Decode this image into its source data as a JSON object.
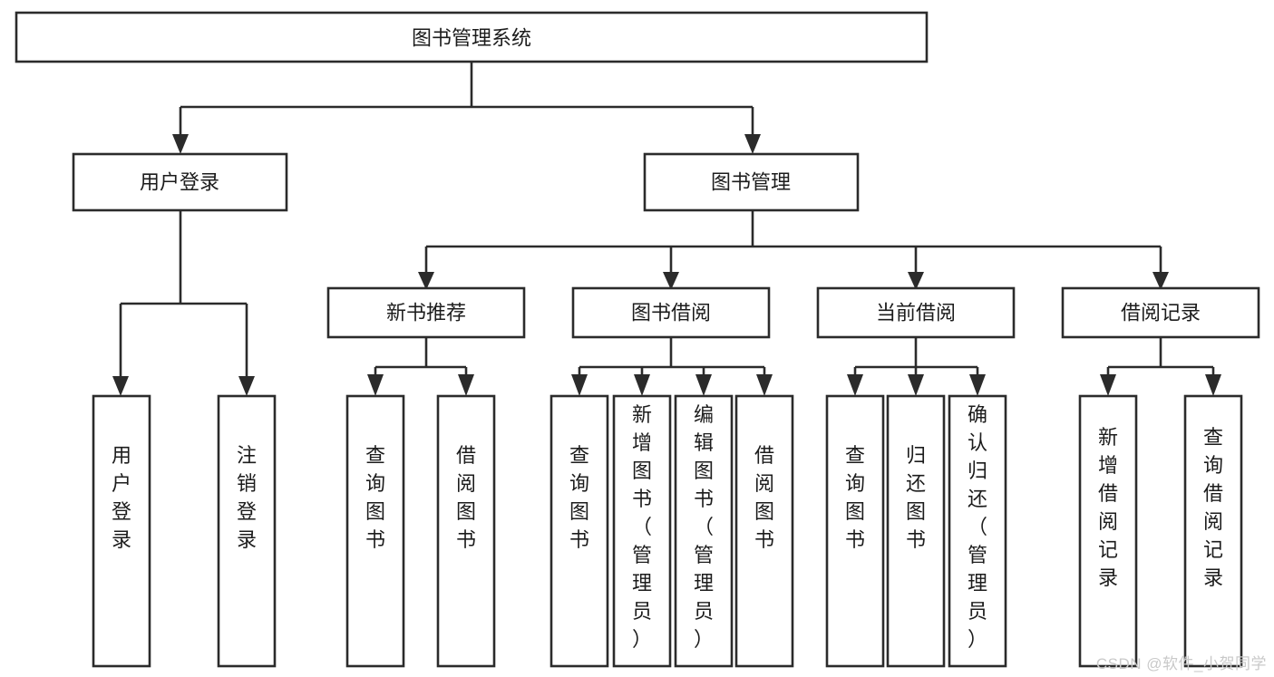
{
  "diagram": {
    "type": "tree",
    "title": "图书管理系统",
    "watermark": "CSDN @软件_小贺同学",
    "colors": {
      "box_stroke": "#2b2b2b",
      "box_fill": "#ffffff",
      "text": "#1c1c1c",
      "background": "#ffffff",
      "watermark": "#c9c9c9"
    },
    "levels": {
      "root": {
        "label": "图书管理系统"
      },
      "level2": [
        {
          "label": "用户登录"
        },
        {
          "label": "图书管理"
        }
      ],
      "level3": [
        {
          "label": "新书推荐"
        },
        {
          "label": "图书借阅"
        },
        {
          "label": "当前借阅"
        },
        {
          "label": "借阅记录"
        }
      ]
    },
    "nodes": {
      "root": "图书管理系统",
      "user_login": "用户登录",
      "book_manage": "图书管理",
      "new_book_rec": "新书推荐",
      "book_borrow": "图书借阅",
      "current_borrow": "当前借阅",
      "borrow_record": "借阅记录",
      "leaf_user_login": "用户登录",
      "leaf_logout": "注销登录",
      "leaf_query_book_1": "查询图书",
      "leaf_borrow_book_1": "借阅图书",
      "leaf_query_book_2": "查询图书",
      "leaf_add_book_admin": "新增图书（管理员）",
      "leaf_edit_book_admin": "编辑图书（管理员）",
      "leaf_borrow_book_2": "借阅图书",
      "leaf_query_book_3": "查询图书",
      "leaf_return_book": "归还图书",
      "leaf_confirm_return_admin": "确认归还（管理员）",
      "leaf_add_record": "新增借阅记录",
      "leaf_query_record": "查询借阅记录"
    },
    "leaf_groups": [
      {
        "parent": "用户登录",
        "children": [
          "用户登录",
          "注销登录"
        ]
      },
      {
        "parent": "新书推荐",
        "children": [
          "查询图书",
          "借阅图书"
        ]
      },
      {
        "parent": "图书借阅",
        "children": [
          "查询图书",
          "新增图书（管理员）",
          "编辑图书（管理员）",
          "借阅图书"
        ]
      },
      {
        "parent": "当前借阅",
        "children": [
          "查询图书",
          "归还图书",
          "确认归还（管理员）"
        ]
      },
      {
        "parent": "借阅记录",
        "children": [
          "新增借阅记录",
          "查询借阅记录"
        ]
      }
    ]
  }
}
